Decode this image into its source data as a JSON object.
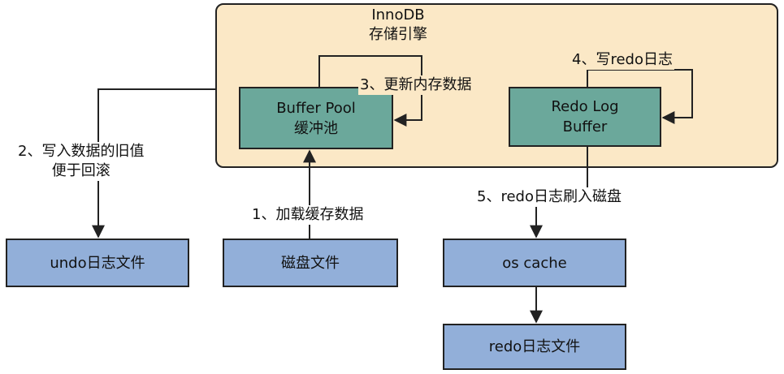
{
  "engine": {
    "title_line1": "InnoDB",
    "title_line2": "存储引擎"
  },
  "boxes": {
    "buffer_pool_line1": "Buffer Pool",
    "buffer_pool_line2": "缓冲池",
    "redo_buffer_line1": "Redo Log",
    "redo_buffer_line2": "Buffer",
    "undo_file": "undo日志文件",
    "disk_file": "磁盘文件",
    "os_cache": "os cache",
    "redo_file": "redo日志文件"
  },
  "steps": {
    "step1": "1、加载缓存数据",
    "step2_line1": "2、写入数据的旧值",
    "step2_line2": "便于回滚",
    "step3": "3、更新内存数据",
    "step4": "4、写redo日志",
    "step5": "5、redo日志刷入磁盘"
  },
  "colors": {
    "engine_fill": "#fbe8c6",
    "memory_box_fill": "#6ba89b",
    "disk_box_fill": "#92afd9",
    "stroke": "#222222"
  }
}
